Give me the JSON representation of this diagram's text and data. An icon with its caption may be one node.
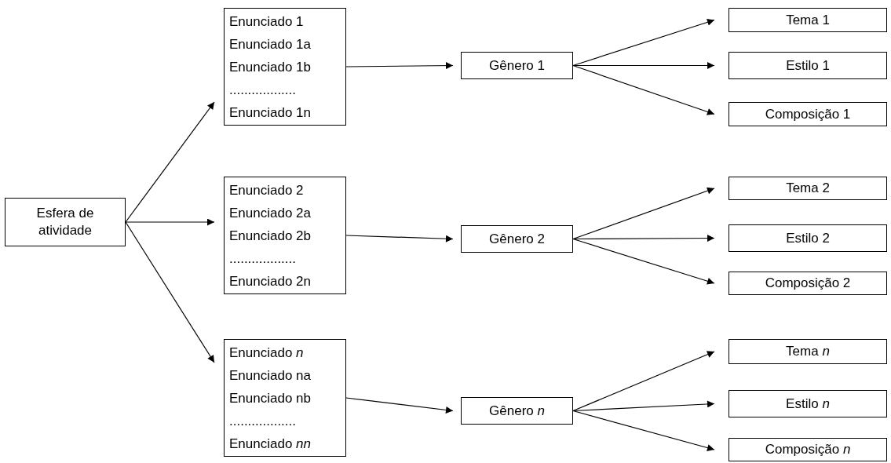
{
  "diagram": {
    "nodes": [
      {
        "text": [
          "Esfera de atividade"
        ]
      },
      {
        "text": [
          "Enunciado 1",
          "Enunciado 1a",
          "Enunciado 1b",
          "..................",
          "Enunciado 1n"
        ]
      },
      {
        "text": [
          "Gênero 1"
        ]
      },
      {
        "text": [
          "Tema 1"
        ]
      },
      {
        "text": [
          "Estilo 1"
        ]
      },
      {
        "text": [
          "Composição 1"
        ]
      },
      {
        "text": [
          "Enunciado 2",
          "Enunciado 2a",
          "Enunciado 2b",
          "..................",
          "Enunciado 2n"
        ]
      },
      {
        "text": [
          "Gênero 2"
        ]
      },
      {
        "text": [
          "Tema 2"
        ]
      },
      {
        "text": [
          "Estilo 2"
        ]
      },
      {
        "text": [
          "Composição 2"
        ]
      },
      {
        "text": [
          "Enunciado *n*",
          "Enunciado na",
          "Enunciado nb",
          "..................",
          "Enunciado *nn*"
        ]
      },
      {
        "text": [
          "Gênero *n*"
        ]
      },
      {
        "text": [
          "Tema *n*"
        ]
      },
      {
        "text": [
          "Estilo *n*"
        ]
      },
      {
        "text": [
          "Composição *n*"
        ]
      }
    ],
    "edges": [
      {
        "from": 0,
        "to": 1,
        "arrow": "to"
      },
      {
        "from": 0,
        "to": 6,
        "arrow": "to"
      },
      {
        "from": 0,
        "to": 11,
        "arrow": "to"
      },
      {
        "from": 1,
        "to": 2,
        "arrow": "to"
      },
      {
        "from": 2,
        "to": 3,
        "arrow": "to"
      },
      {
        "from": 2,
        "to": 4,
        "arrow": "to"
      },
      {
        "from": 2,
        "to": 5,
        "arrow": "to"
      },
      {
        "from": 6,
        "to": 7,
        "arrow": "to"
      },
      {
        "from": 7,
        "to": 8,
        "arrow": "to"
      },
      {
        "from": 7,
        "to": 9,
        "arrow": "to"
      },
      {
        "from": 7,
        "to": 10,
        "arrow": "to"
      },
      {
        "from": 11,
        "to": 12,
        "arrow": "to"
      },
      {
        "from": 12,
        "to": 13,
        "arrow": "to"
      },
      {
        "from": 12,
        "to": 14,
        "arrow": "to"
      },
      {
        "from": 12,
        "to": 15,
        "arrow": "to"
      }
    ]
  }
}
